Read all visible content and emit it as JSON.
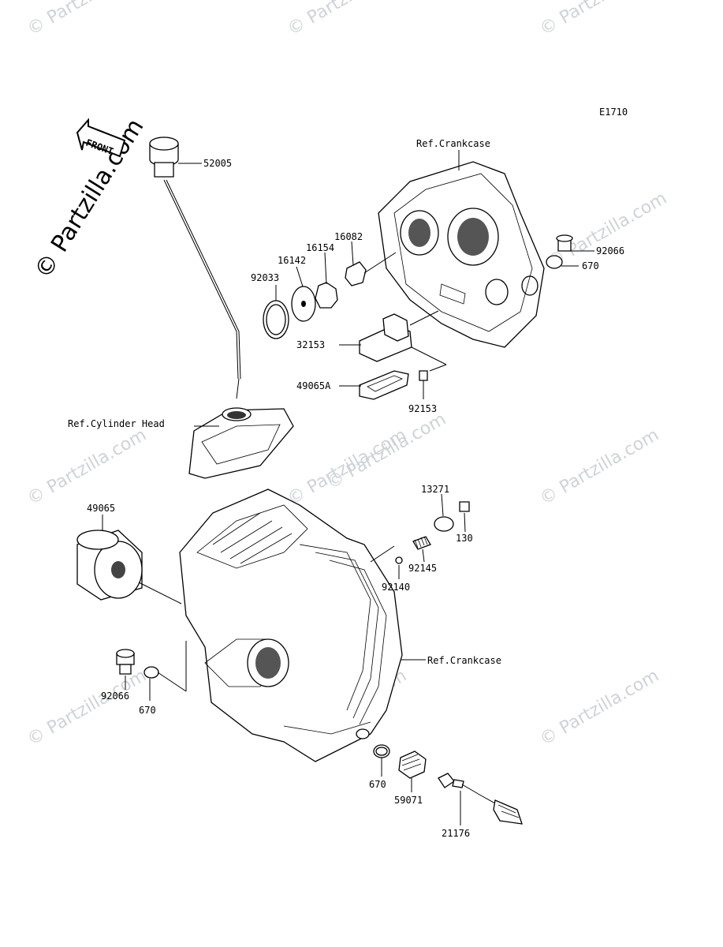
{
  "diagram_code": "E1710",
  "front_arrow": "FRONT",
  "site_logo": "© Partzilla.com",
  "watermark": "© Partzilla.com",
  "parts": {
    "dipstick": "52005",
    "plug_top": "92066",
    "oring_top": "670",
    "circlip": "92033",
    "plate": "16142",
    "rotor": "16154",
    "pump_shaft": "16082",
    "breather": "32153",
    "gasket": "49065A",
    "bolt": "92153",
    "filter": "49065",
    "plug_left": "92066",
    "oring_left": "670",
    "cap": "13271",
    "bolt_130": "130",
    "spring": "92145",
    "ball": "92140",
    "oring_bottom": "670",
    "fitting": "59071",
    "switch": "21176"
  },
  "refs": {
    "crankcase_top": "Ref.Crankcase",
    "cylinder_head": "Ref.Cylinder Head",
    "crankcase_right": "Ref.Crankcase"
  }
}
